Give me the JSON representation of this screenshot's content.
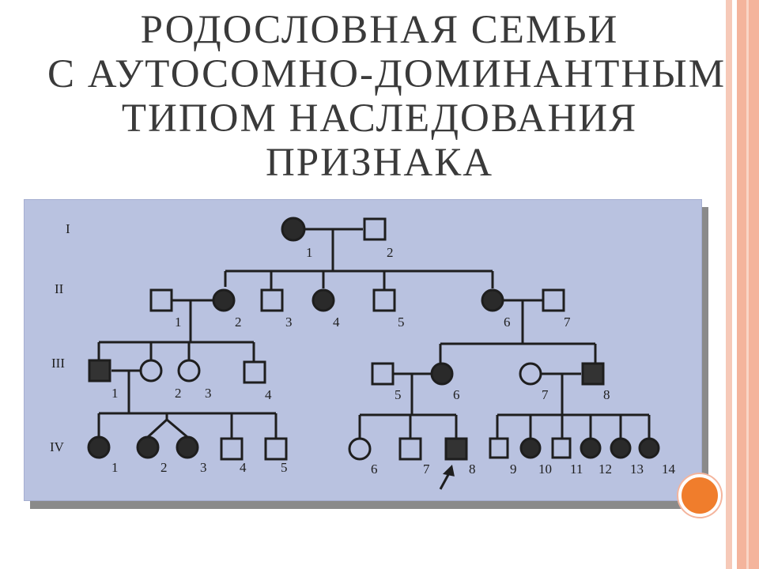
{
  "slide": {
    "title_lines": [
      "РОДОСЛОВНАЯ СЕМЬИ",
      "С АУТОСОМНО-ДОМИНАНТНЫМ",
      "ТИПОМ НАСЛЕДОВАНИЯ",
      "ПРИЗНАКА"
    ]
  },
  "pedigree": {
    "generations": [
      "I",
      "II",
      "III",
      "IV"
    ],
    "gen1": [
      "1",
      "2"
    ],
    "gen2": [
      "1",
      "2",
      "3",
      "4",
      "5",
      "6",
      "7"
    ],
    "gen3": [
      "1",
      "2",
      "3",
      "4",
      "5",
      "6",
      "7",
      "8"
    ],
    "gen4": [
      "1",
      "2",
      "3",
      "4",
      "5",
      "6",
      "7",
      "8",
      "9",
      "10",
      "11",
      "12",
      "13",
      "14"
    ]
  },
  "colors": {
    "accent": "#f07d2c",
    "stripe": "#f4b49c",
    "figure_bg": "#b9c2e0",
    "ink": "#1e1e1e"
  }
}
